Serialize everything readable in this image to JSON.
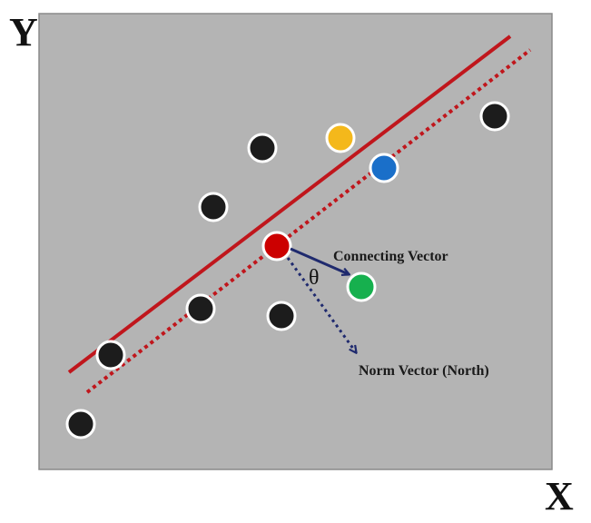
{
  "axes": {
    "y_label": "Y",
    "x_label": "X"
  },
  "annotations": {
    "connecting_vector": "Connecting Vector",
    "norm_vector": "Norm Vector (North)",
    "angle": "θ"
  },
  "colors": {
    "plot_background": "#b4b4b4",
    "plot_border": "#8a8a8a",
    "line": "#c0161c",
    "point_black": "#1c1c1c",
    "point_red": "#cc0000",
    "point_yellow": "#f4b81b",
    "point_blue": "#1a6fc9",
    "point_green": "#16b04e",
    "vector": "#1f2a6e",
    "point_outline": "#ffffff"
  },
  "point_colors": [
    "black",
    "black",
    "black",
    "black",
    "black",
    "black",
    "black",
    "black",
    "yellow",
    "blue",
    "red",
    "green"
  ]
}
